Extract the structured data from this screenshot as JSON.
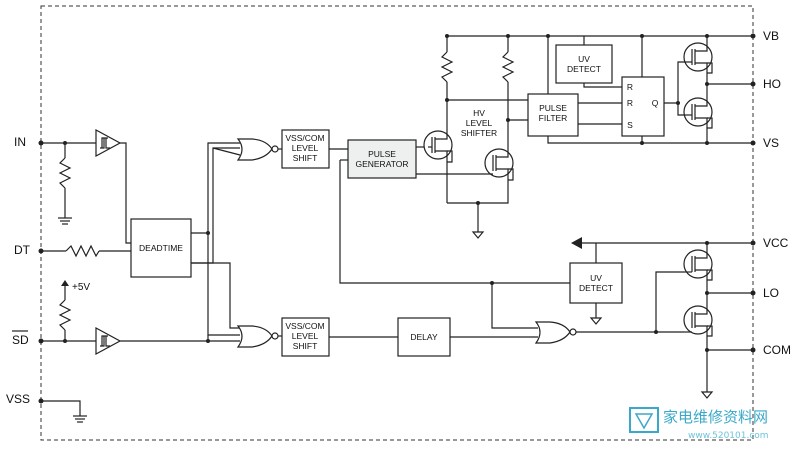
{
  "pins": {
    "in": "IN",
    "dt": "DT",
    "sd": "SD",
    "vss": "VSS",
    "vb": "VB",
    "ho": "HO",
    "vs": "VS",
    "vcc": "VCC",
    "lo": "LO",
    "com": "COM",
    "plus5v": "+5V"
  },
  "blocks": {
    "deadtime": "DEADTIME",
    "level_shift_top": [
      "VSS/COM",
      "LEVEL",
      "SHIFT"
    ],
    "level_shift_bottom": [
      "VSS/COM",
      "LEVEL",
      "SHIFT"
    ],
    "pulse_generator": [
      "PULSE",
      "GENERATOR"
    ],
    "hv_level_shifter": [
      "HV",
      "LEVEL",
      "SHIFTER"
    ],
    "pulse_filter": [
      "PULSE",
      "FILTER"
    ],
    "uv_detect_top": [
      "UV",
      "DETECT"
    ],
    "uv_detect_bottom": [
      "UV",
      "DETECT"
    ],
    "delay": "DELAY",
    "latch": {
      "r1": "R",
      "r2": "R",
      "s": "S",
      "q": "Q"
    }
  },
  "watermark": {
    "text": "家电维修资料网",
    "url": "www.520101.com"
  }
}
